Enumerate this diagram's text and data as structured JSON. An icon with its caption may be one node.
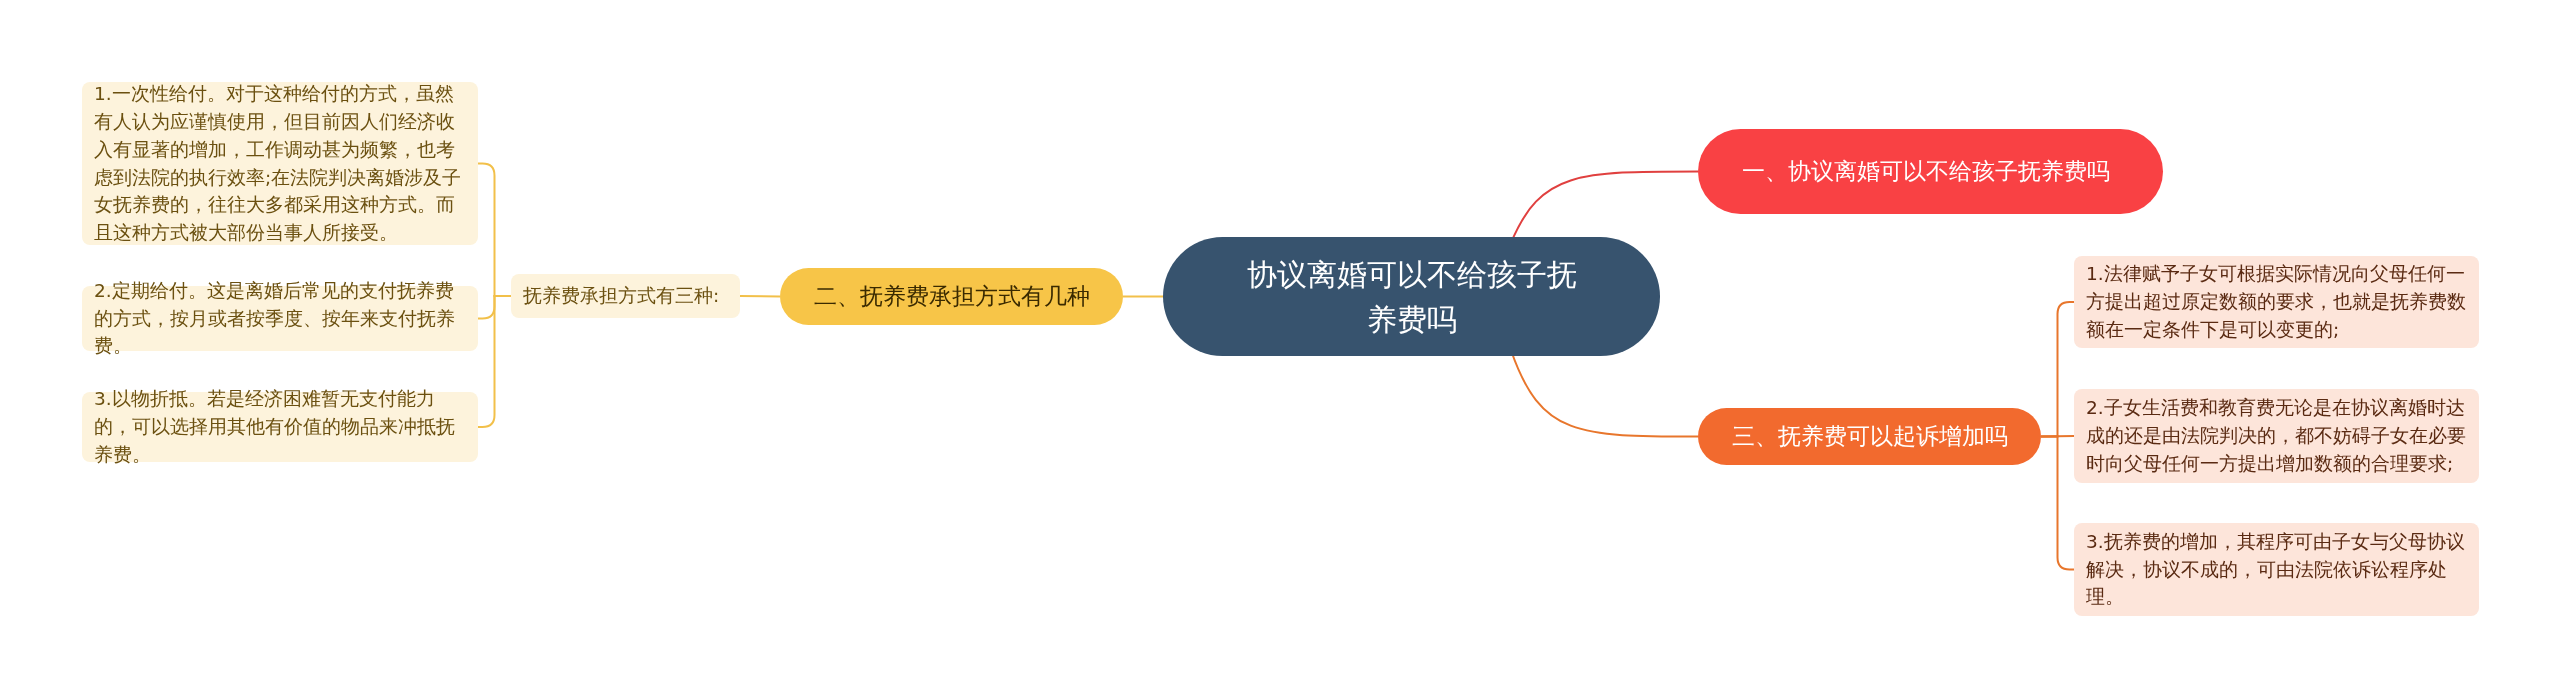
{
  "diagram": {
    "nodes": [
      {
        "text": [
          "协议离婚可以不给孩子抚养费吗"
        ]
      },
      {
        "text": [
          "一、协议离婚可以不给孩子抚养费吗"
        ]
      },
      {
        "text": [
          "二、抚养费承担方式有几种"
        ]
      },
      {
        "text": [
          "抚养费承担方式有三种:"
        ]
      },
      {
        "text": [
          "1.一次性给付。对于这种给付的方式，虽然有人认为应谨慎使用，但目前因人们经济收入有显著的增加，工作调动甚为频繁，也考虑到法院的执行效率;在法院判决离婚涉及子女抚养费的，往往大多都采用这种方式。而且这种方式被大部份当事人所接受。"
        ]
      },
      {
        "text": [
          "2.定期给付。这是离婚后常见的支付抚养费的方式，按月或者按季度、按年来支付抚养费。"
        ]
      },
      {
        "text": [
          "3.以物折抵。若是经济困难暂无支付能力的，可以选择用其他有价值的物品来冲抵抚养费。"
        ]
      },
      {
        "text": [
          "三、抚养费可以起诉增加吗"
        ]
      },
      {
        "text": [
          "1.法律赋予子女可根据实际情况向父母任何一方提出超过原定数额的要求，也就是抚养费数额在一定条件下是可以变更的;"
        ]
      },
      {
        "text": [
          "2.子女生活费和教育费无论是在协议离婚时达成的还是由法院判决的，都不妨碍子女在必要时向父母任何一方提出增加数额的合理要求;"
        ]
      },
      {
        "text": [
          "3.抚养费的增加，其程序可由子女与父母协议解决，协议不成的，可由法院依诉讼程序处理。"
        ]
      }
    ],
    "edges": [
      {
        "from": 0,
        "to": 1,
        "arrow": "none",
        "color": "#e0403f"
      },
      {
        "from": 0,
        "to": 2,
        "arrow": "none",
        "color": "#f2c04a"
      },
      {
        "from": 2,
        "to": 3,
        "arrow": "none",
        "color": "#f2c04a"
      },
      {
        "from": 3,
        "to": 4,
        "arrow": "none",
        "color": "#f2c04a"
      },
      {
        "from": 3,
        "to": 5,
        "arrow": "none",
        "color": "#f2c04a"
      },
      {
        "from": 3,
        "to": 6,
        "arrow": "none",
        "color": "#f2c04a"
      },
      {
        "from": 0,
        "to": 7,
        "arrow": "none",
        "color": "#e8762c"
      },
      {
        "from": 7,
        "to": 8,
        "arrow": "none",
        "color": "#e8762c"
      },
      {
        "from": 7,
        "to": 9,
        "arrow": "none",
        "color": "#e8762c"
      },
      {
        "from": 7,
        "to": 10,
        "arrow": "none",
        "color": "#e8762c"
      }
    ]
  }
}
